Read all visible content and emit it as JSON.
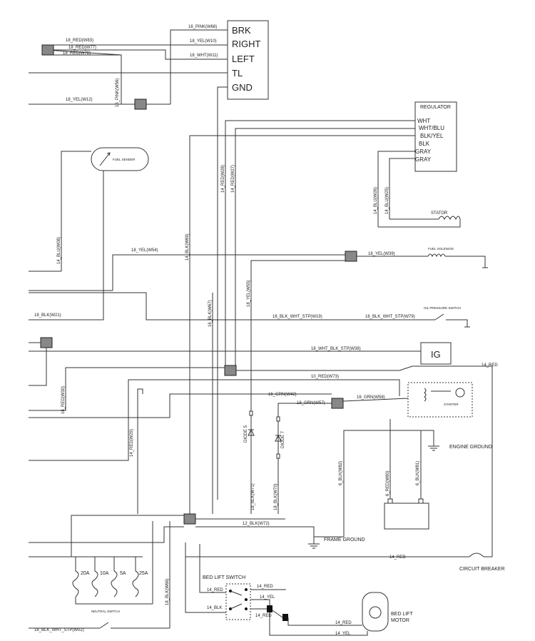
{
  "light_switch": {
    "terminals": [
      "BRK",
      "RIGHT",
      "LEFT",
      "TL",
      "GND"
    ]
  },
  "regulator": {
    "title": "REGULATOR",
    "terminals": [
      "WHT",
      "WHT/BLU",
      "BLK/YEL",
      "BLK",
      "GRAY",
      "GRAY"
    ]
  },
  "components": {
    "fuel_sender": "FUEL SENDER",
    "stator": "STATOR",
    "fuel_solenoid": "FUEL SOLENOID",
    "oil_pressure_switch": "OIL PRESSURE SWITCH",
    "ignition": "IG",
    "starter": "STARTER",
    "engine_ground": "ENGINE GROUND",
    "frame_ground": "FRAME GROUND",
    "circuit_breaker": "CIRCUIT BREAKER",
    "bed_lift_switch": "BED LIFT SWITCH",
    "bed_lift_motor_line1": "BED LIFT",
    "bed_lift_motor_line2": "MOTOR",
    "neutral_switch": "NEUTRAL SWITCH",
    "diode_5": "DIODE 5",
    "diode_7": "DIODE 7"
  },
  "fuses": [
    "20A",
    "10A",
    "5A",
    "25A"
  ],
  "wire_labels": {
    "w83": "18_RED(W83)",
    "w77": "18_RED(W77)",
    "w78": "18_RED(W78)",
    "w68": "16_PINK(W68)",
    "w10": "18_YEL(W10)",
    "w11": "18_WHT(W11)",
    "w12": "18_YEL(W12)",
    "w56": "16_PINK(W56)",
    "w54": "18_YEL(W54)",
    "w39": "18_YEL(W39)",
    "w08": "14_BLU(W08)",
    "w21": "18_BLK(W21)",
    "w19": "16_BLK_WHT_STP(W19)",
    "w79": "16_BLK_WHT_STP(W79)",
    "w38": "18_WHT_BLK_STP(W38)",
    "w73": "10_RED(W73)",
    "w42": "16_GRN(W42)",
    "w57": "18_GRN(W57)",
    "w58": "16_GRN(W58)",
    "w30": "16_RED(W30)",
    "w29": "14_RED(W29)",
    "w69": "14_BLK(W69)",
    "w67": "16_BLK(W67)",
    "w28": "14_RED(W28)",
    "w27": "14_RED(W27)",
    "w55": "18_YEL(W55)",
    "w71": "18_BLK(W71)",
    "w70": "18_BLK(W70)",
    "w72": "12_BLK(W72)",
    "w82": "6_BLK(W82)",
    "w80": "6_RED(W80)",
    "w81": "6_BLK(W81)",
    "w26": "14_BLU(W26)",
    "w25": "14_BLU(W25)",
    "w66": "18_BLK(W66)",
    "w02": "18_BLK_WHT_STP(W02)",
    "red14_a": "14_RED",
    "red14_b": "14_RED",
    "red14_c": "14_RED",
    "red14_d": "14_RED",
    "red14_e": "14_RED",
    "red14_f": "14_RED",
    "yel14_a": "14_YEL",
    "yel14_b": "14_YEL",
    "blk14": "14_BLK"
  }
}
